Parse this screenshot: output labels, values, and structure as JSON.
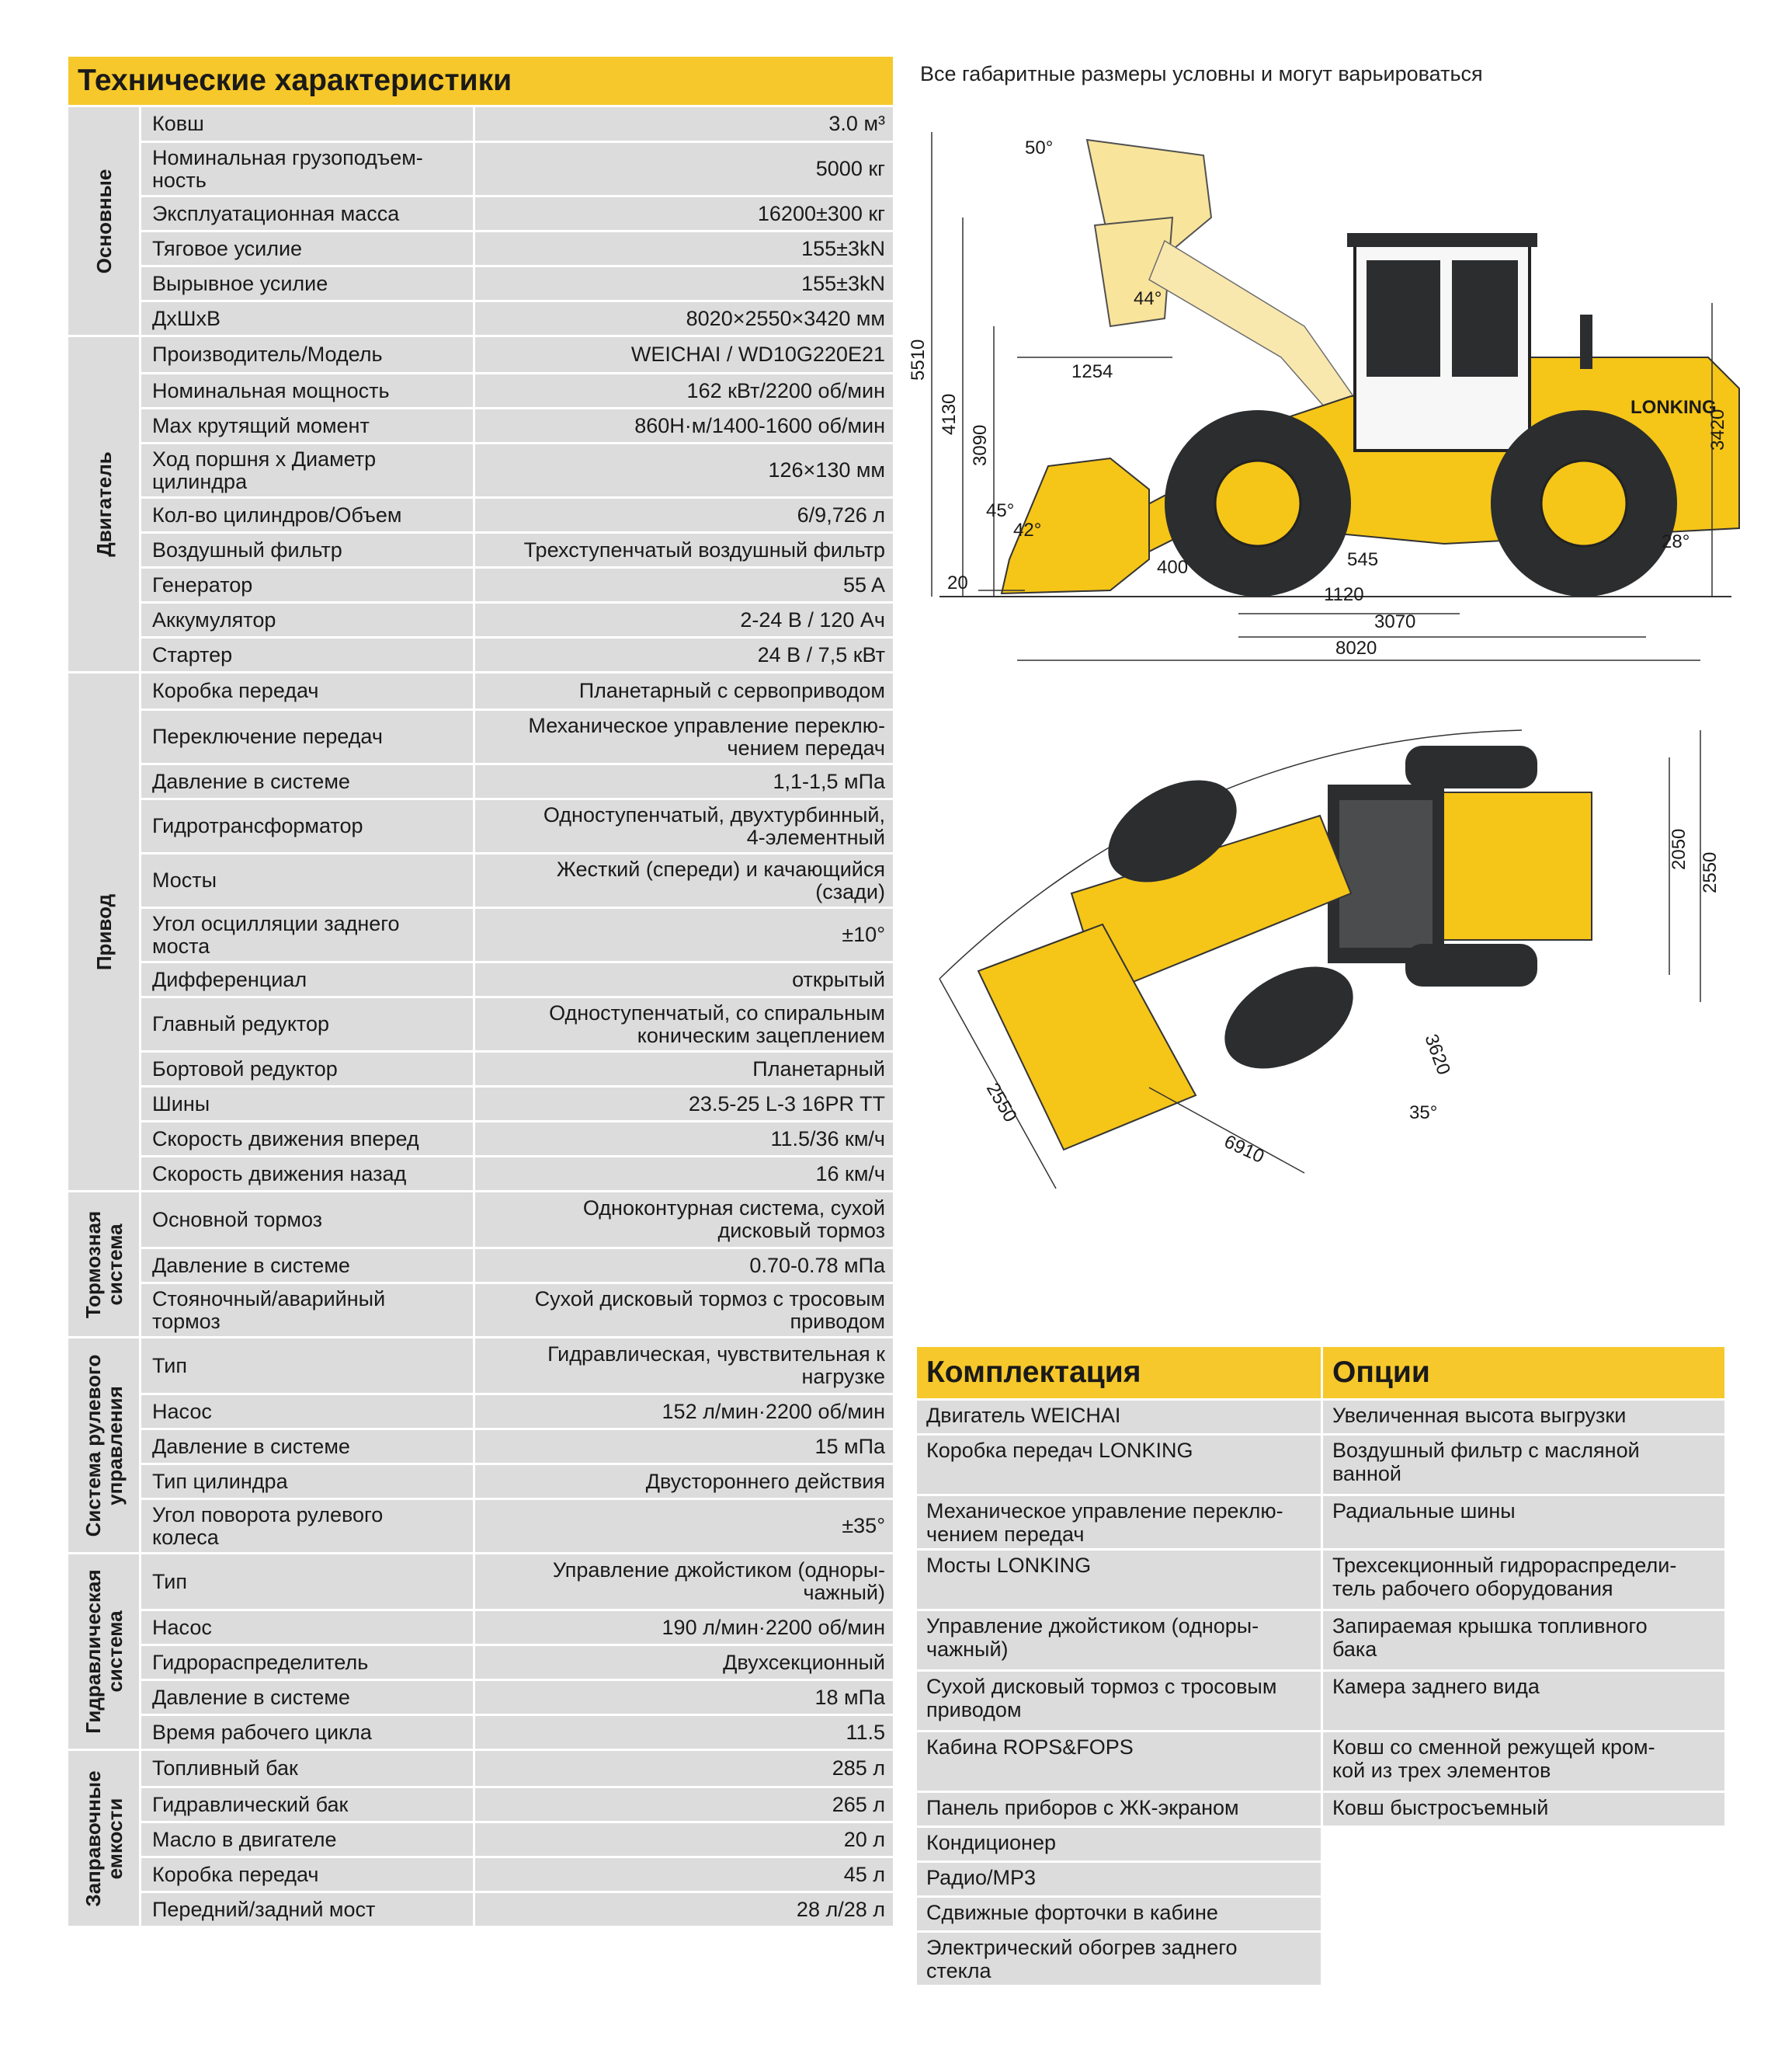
{
  "spec": {
    "title": "Технические характеристики",
    "groups": [
      {
        "name": "Основные",
        "rows": [
          {
            "k": "Ковш",
            "v": "3.0 м³"
          },
          {
            "k": "Номинальная грузоподъем-\nность",
            "v": "5000 кг"
          },
          {
            "k": "Эксплуатационная масса",
            "v": "16200±300 кг"
          },
          {
            "k": "Тяговое усилие",
            "v": "155±3kN"
          },
          {
            "k": "Вырывное усилие",
            "v": "155±3kN"
          },
          {
            "k": "ДхШхВ",
            "v": "8020×2550×3420 мм"
          }
        ]
      },
      {
        "name": "Двигатель",
        "rows": [
          {
            "k": "Производитель/Модель",
            "v": "WEICHAI / WD10G220E21"
          },
          {
            "k": "Номинальная мощность",
            "v": "162 кВт/2200 об/мин"
          },
          {
            "k": "Max крутящий момент",
            "v": "860Н·м/1400-1600 об/мин"
          },
          {
            "k": "Ход поршня x Диаметр\nцилиндра",
            "v": "126×130 мм"
          },
          {
            "k": "Кол-во цилиндров/Объем",
            "v": "6/9,726 л"
          },
          {
            "k": "Воздушный фильтр",
            "v": "Трехступенчатый воздушный фильтр"
          },
          {
            "k": "Генератор",
            "v": "55 A"
          },
          {
            "k": "Аккумулятор",
            "v": "2-24 В / 120 Ач"
          },
          {
            "k": "Стартер",
            "v": "24 В / 7,5 кВт"
          }
        ]
      },
      {
        "name": "Привод",
        "rows": [
          {
            "k": "Коробка передач",
            "v": "Планетарный с сервоприводом"
          },
          {
            "k": "Переключение передач",
            "v": "Механическое управление переклю-\nчением передач"
          },
          {
            "k": "Давление в системе",
            "v": "1,1-1,5 мПа"
          },
          {
            "k": "Гидротрансформатор",
            "v": "Одноступенчатый, двухтурбинный,\n4-элементный"
          },
          {
            "k": "Мосты",
            "v": "Жесткий (спереди) и качающийся\n(сзади)"
          },
          {
            "k": "Угол осцилляции заднего\nмоста",
            "v": "±10°"
          },
          {
            "k": "Дифференциал",
            "v": "открытый"
          },
          {
            "k": "Главный редуктор",
            "v": "Одноступенчатый, со спиральным\nконическим зацеплением"
          },
          {
            "k": "Бортовой редуктор",
            "v": "Планетарный"
          },
          {
            "k": "Шины",
            "v": "23.5-25 L-3 16PR TT"
          },
          {
            "k": "Скорость движения вперед",
            "v": "11.5/36 км/ч"
          },
          {
            "k": "Скорость движения назад",
            "v": "16 км/ч"
          }
        ]
      },
      {
        "name": "Тормозная\nсистема",
        "rows": [
          {
            "k": "Основной тормоз",
            "v": "Одноконтурная система, сухой\nдисковый тормоз"
          },
          {
            "k": "Давление в системе",
            "v": "0.70-0.78 мПа"
          },
          {
            "k": "Стояночный/аварийный\nтормоз",
            "v": "Сухой дисковый тормоз с тросовым\nприводом"
          }
        ]
      },
      {
        "name": "Система рулевого\nуправления",
        "rows": [
          {
            "k": "Тип",
            "v": "Гидравлическая, чувствительная к\nнагрузке"
          },
          {
            "k": "Насос",
            "v": "152 л/мин·2200 об/мин"
          },
          {
            "k": "Давление в системе",
            "v": "15 мПа"
          },
          {
            "k": "Тип цилиндра",
            "v": "Двустороннего действия"
          },
          {
            "k": "Угол поворота рулевого\nколеса",
            "v": "±35°"
          }
        ]
      },
      {
        "name": "Гидравлическая\nсистема",
        "rows": [
          {
            "k": "Тип",
            "v": "Управление джойстиком (одноры-\nчажный)"
          },
          {
            "k": "Насос",
            "v": "190 л/мин·2200 об/мин"
          },
          {
            "k": "Гидрораспределитель",
            "v": "Двухсекционный"
          },
          {
            "k": "Давление в системе",
            "v": "18 мПа"
          },
          {
            "k": "Время рабочего цикла",
            "v": "11.5"
          }
        ]
      },
      {
        "name": "Заправочные\nемкости",
        "rows": [
          {
            "k": "Топливный бак",
            "v": "285 л"
          },
          {
            "k": "Гидравлический бак",
            "v": "265 л"
          },
          {
            "k": "Масло в двигателе",
            "v": "20 л"
          },
          {
            "k": "Коробка передач",
            "v": "45 л"
          },
          {
            "k": "Передний/задний мост",
            "v": "28 л/28 л"
          }
        ]
      }
    ]
  },
  "note": "Все габаритные размеры условны и могут варьироваться",
  "side_dims": {
    "a50": "50°",
    "a44": "44°",
    "d5510": "5510",
    "d4130": "4130",
    "d3090": "3090",
    "d1254": "1254",
    "a45": "45°",
    "a42": "42°",
    "d20": "20",
    "d400": "400",
    "d545": "545",
    "d1120": "1120",
    "d3070": "3070",
    "d8020": "8020",
    "d3420": "3420",
    "a28": "28°",
    "brand": "LONKING"
  },
  "top_dims": {
    "d2050": "2050",
    "d2550r": "2550",
    "d3620": "3620",
    "a35": "35°",
    "d6910": "6910",
    "d2550l": "2550"
  },
  "colors": {
    "accent": "#f6c82b",
    "machine": "#f5c518",
    "dark": "#2b2d2f",
    "cell": "#dcdcdc"
  },
  "equipment": {
    "title": "Комплектация",
    "items": [
      "Двигатель WEICHAI",
      "Коробка передач LONKING",
      "Механическое управление переклю-\nчением передач",
      "Мосты LONKING",
      "Управление джойстиком (одноры-\nчажный)",
      "Сухой дисковый тормоз с тросовым\nприводом",
      "Кабина ROPS&FOPS",
      "Панель приборов с ЖК-экраном",
      "Кондиционер",
      "Радио/MP3",
      "Сдвижные форточки в кабине",
      "Электрический обогрев заднего\nстекла"
    ]
  },
  "options": {
    "title": "Опции",
    "items": [
      "Увеличенная высота выгрузки",
      "Воздушный фильтр с масляной\nванной",
      "Радиальные шины",
      "Трехсекционный гидрораспредели-\nтель рабочего оборудования",
      "Запираемая крышка топливного\nбака",
      "Камера заднего вида",
      "Ковш со сменной режущей кром-\nкой из трех элементов",
      "Ковш быстросъемный"
    ]
  }
}
